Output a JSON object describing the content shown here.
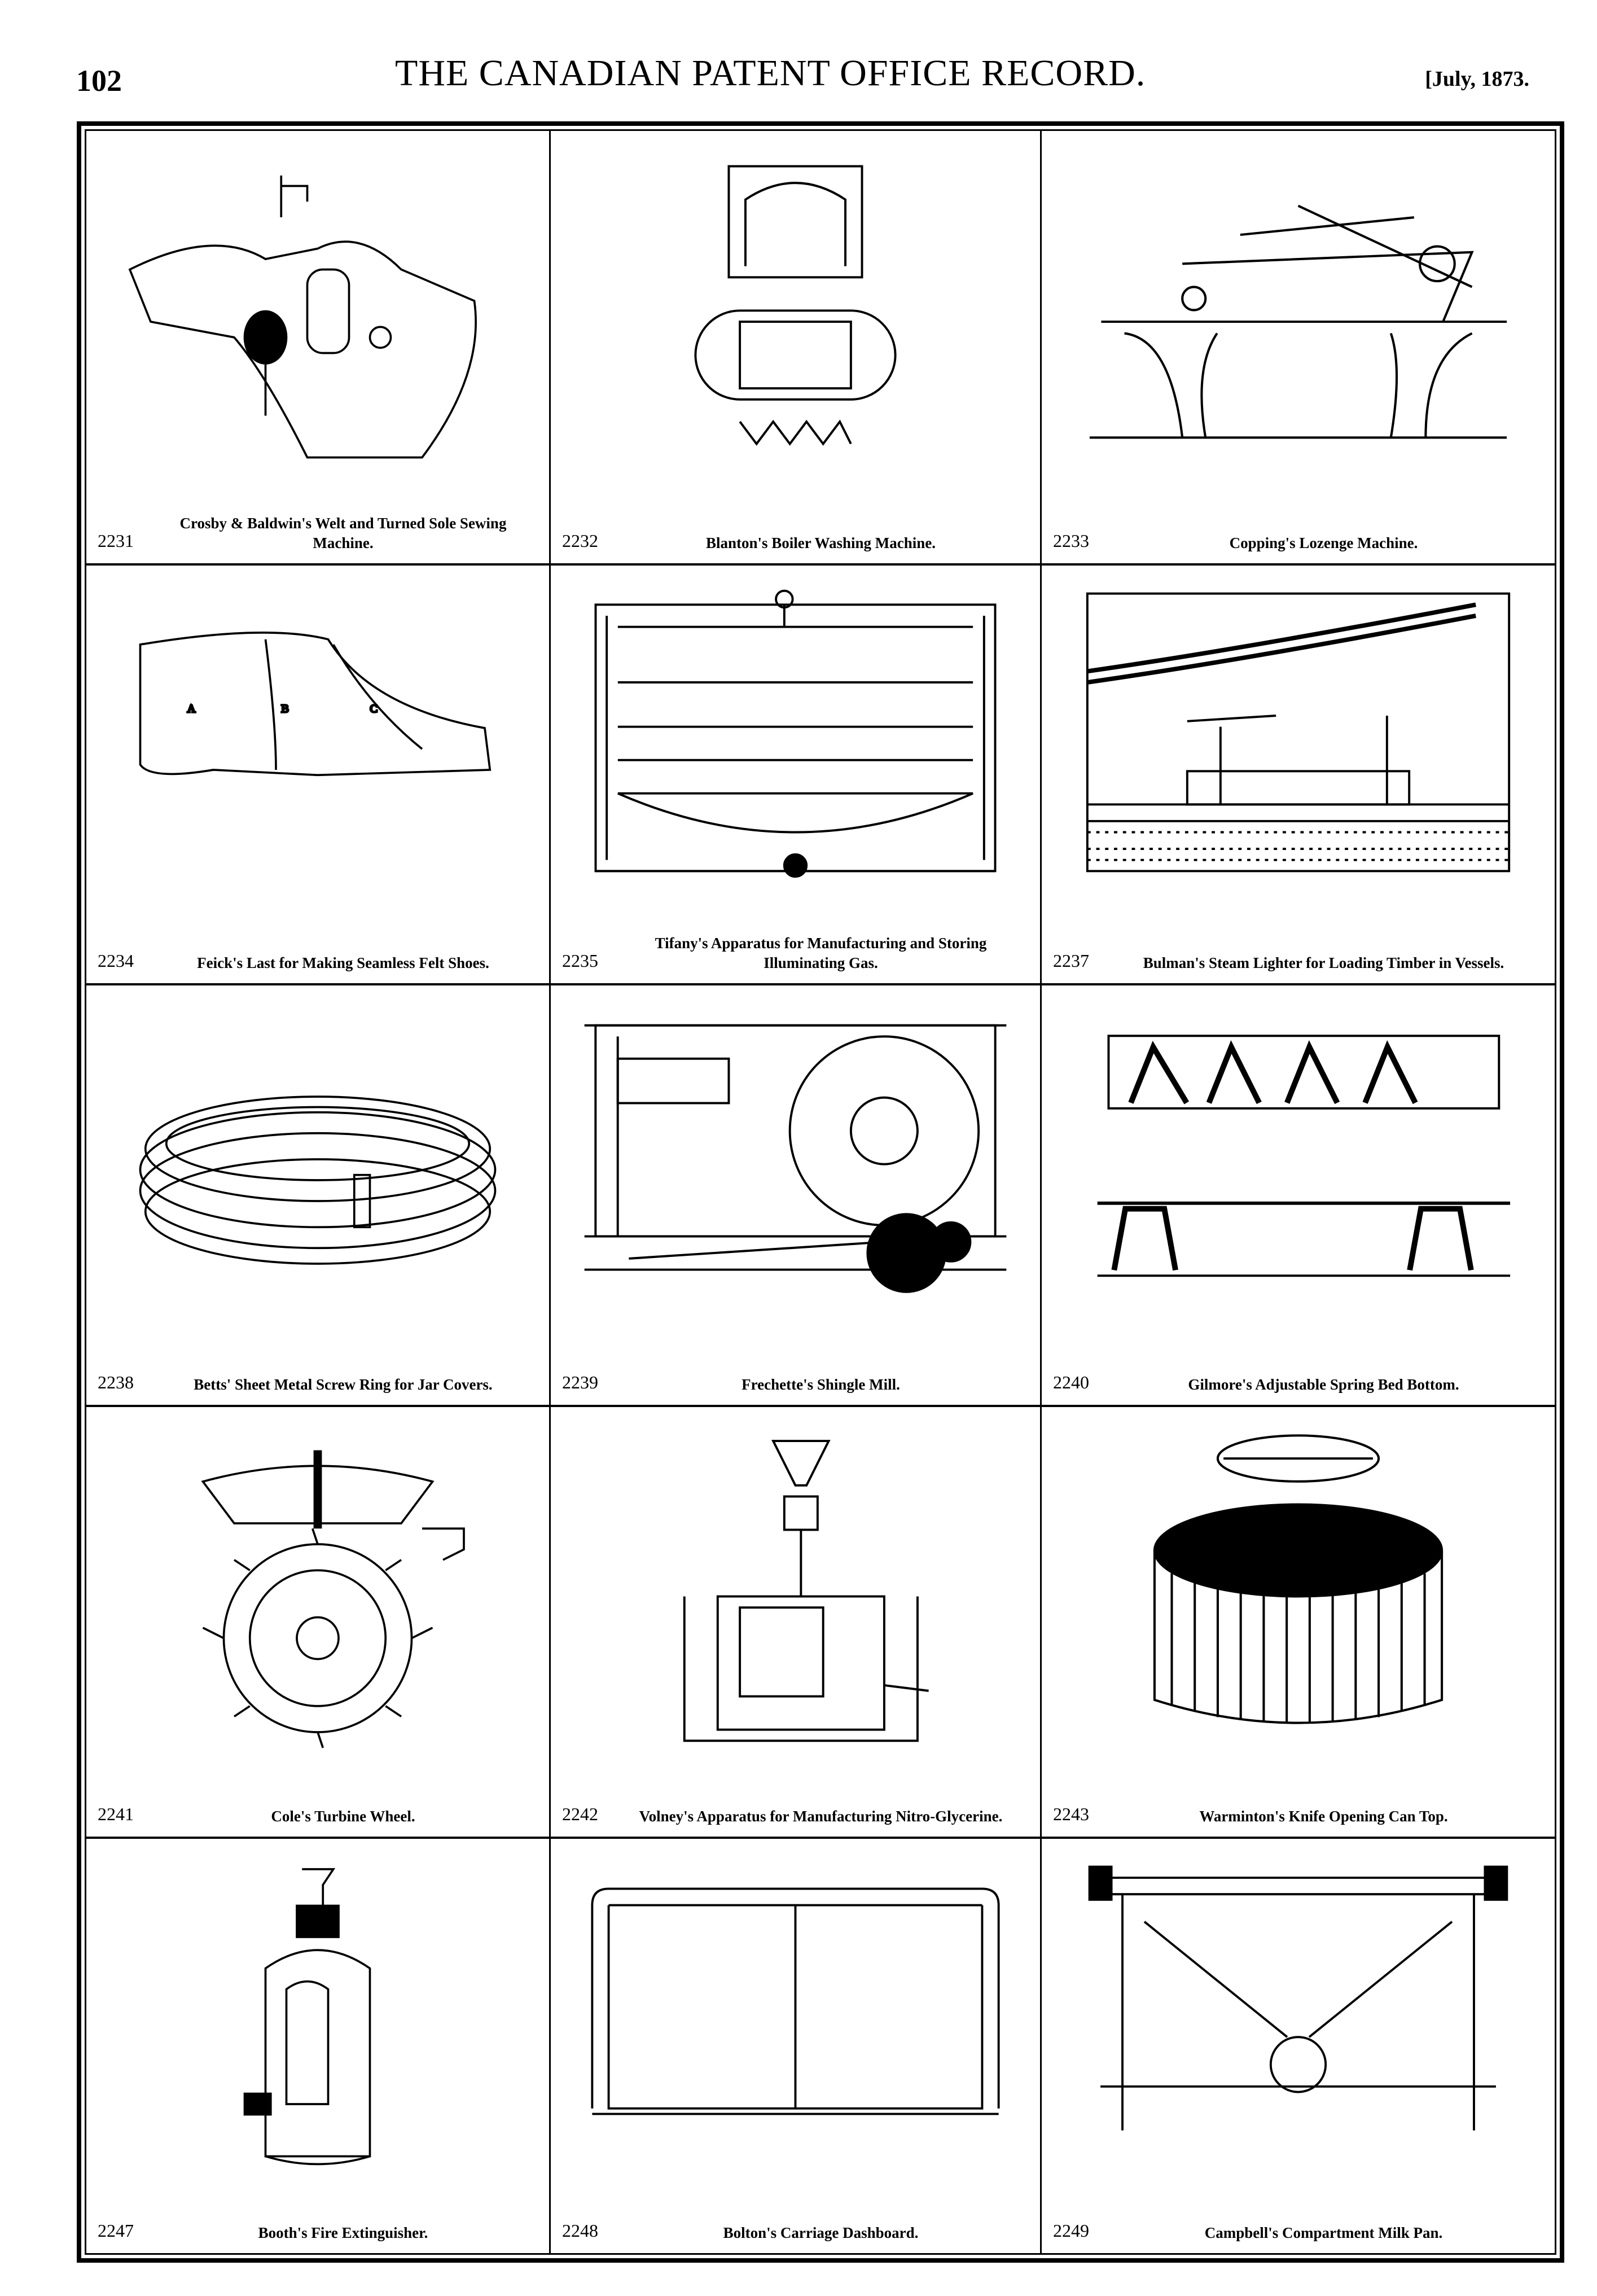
{
  "header": {
    "page_number": "102",
    "title": "THE CANADIAN PATENT OFFICE RECORD.",
    "date": "[July, 1873."
  },
  "patents": [
    {
      "number": "2231",
      "title": "Crosby & Baldwin's Welt and Turned Sole Sewing Machine."
    },
    {
      "number": "2232",
      "title": "Blanton's Boiler Washing Machine."
    },
    {
      "number": "2233",
      "title": "Copping's Lozenge Machine."
    },
    {
      "number": "2234",
      "title": "Feick's Last for Making Seamless Felt Shoes."
    },
    {
      "number": "2235",
      "title": "Tifany's Apparatus for Manufacturing and Storing Illuminating Gas."
    },
    {
      "number": "2237",
      "title": "Bulman's Steam Lighter for Loading Timber in Vessels."
    },
    {
      "number": "2238",
      "title": "Betts' Sheet Metal Screw Ring for Jar Covers."
    },
    {
      "number": "2239",
      "title": "Frechette's Shingle Mill."
    },
    {
      "number": "2240",
      "title": "Gilmore's Adjustable Spring Bed Bottom."
    },
    {
      "number": "2241",
      "title": "Cole's Turbine Wheel."
    },
    {
      "number": "2242",
      "title": "Volney's Apparatus for Manufacturing Nitro-Glycerine."
    },
    {
      "number": "2243",
      "title": "Warminton's Knife Opening Can Top."
    },
    {
      "number": "2247",
      "title": "Booth's Fire Extinguisher."
    },
    {
      "number": "2248",
      "title": "Bolton's Carriage Dashboard."
    },
    {
      "number": "2249",
      "title": "Campbell's Compartment Milk Pan."
    }
  ]
}
